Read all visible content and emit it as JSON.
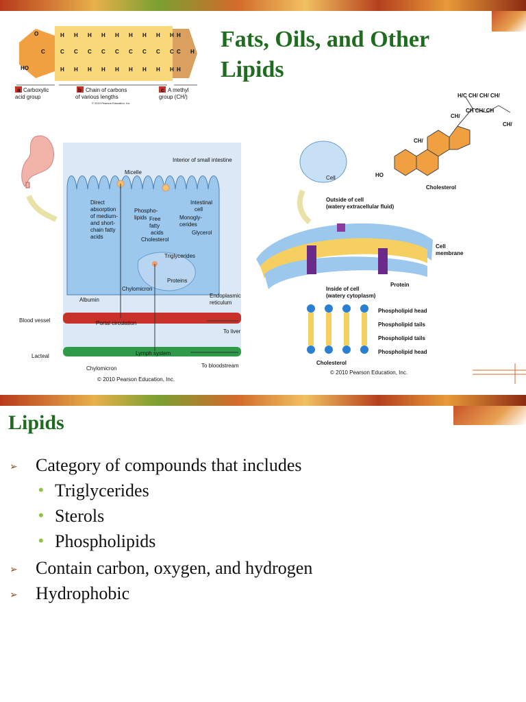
{
  "slide1": {
    "title_line1": "Fats, Oils, and Other",
    "title_line2": "Lipids",
    "fatty_acid": {
      "label_a_letter": "a",
      "label_a": [
        "Carboxylic",
        "acid group"
      ],
      "label_b_letter": "b",
      "label_b": [
        "Chain of carbons",
        "of various lengths"
      ],
      "label_c_letter": "c",
      "label_c": [
        "A methyl",
        "group (CH/)"
      ],
      "copyright_small": "© 2010 Pearson Education, Inc.",
      "atoms": {
        "o": "O",
        "ho": "HO",
        "c": "C",
        "h": "H"
      }
    },
    "cholesterol": {
      "label": "Cholesterol",
      "ho": "HO",
      "ch3_a": "CH/",
      "ch3_b": "CH/",
      "ch3_c": "CH/",
      "sidechain_top": "H/C   CH/ CH/ CH/",
      "sidechain_mid": "CH  CH/ CH",
      "sidechain_end": "CH/"
    },
    "intestine": {
      "header": "Interior of small intestine",
      "micelle": "Micelle",
      "direct": [
        "Direct",
        "absorption",
        "of medium-",
        "and short-",
        "chain fatty",
        "acids"
      ],
      "phospholipids": [
        "Phospho-",
        "lipids"
      ],
      "free_fatty": [
        "Free",
        "fatty",
        "acids"
      ],
      "intestinal_cell": [
        "Intestinal",
        "cell"
      ],
      "monoglycerides": [
        "Monogly-",
        "cerides"
      ],
      "glycerol": "Glycerol",
      "cholesterol": "Cholesterol",
      "triglycerides": "Triglycerides",
      "proteins": "Proteins",
      "chylomicron": "Chylomicron",
      "er": [
        "Endoplasmic",
        "reticulum"
      ],
      "albumin": "Albumin",
      "blood_vessel": "Blood vessel",
      "portal": "Portal circulation",
      "to_liver": "To liver",
      "lacteal": "Lacteal",
      "lymph": "Lymph system",
      "chylomicron2": "Chylomicron",
      "to_blood": "To bloodstream",
      "copyright": "© 2010 Pearson Education, Inc."
    },
    "membrane": {
      "cell": "Cell",
      "outside": [
        "Outside of cell",
        "(watery extracellular fluid)"
      ],
      "cell_membrane": [
        "Cell",
        "membrane"
      ],
      "protein": "Protein",
      "inside": [
        "Inside of cell",
        "(watery cytoplasm)"
      ],
      "ph_head1": "Phospholipid head",
      "ph_tails1": "Phospholipid tails",
      "ph_tails2": "Phospholipid tails",
      "ph_head2": "Phospholipid head",
      "cholesterol": "Cholesterol",
      "copyright": "© 2010 Pearson Education, Inc."
    }
  },
  "slide2": {
    "heading": "Lipids",
    "bullets": [
      {
        "text": "Category of compounds that includes",
        "level": 1
      },
      {
        "text": "Triglycerides",
        "level": 2
      },
      {
        "text": "Sterols",
        "level": 2
      },
      {
        "text": "Phospholipids",
        "level": 2
      },
      {
        "text": "Contain carbon, oxygen, and hydrogen",
        "level": 1
      },
      {
        "text": "Hydrophobic",
        "level": 1
      }
    ],
    "arrow_glyph": "➢",
    "dot_glyph": "•"
  },
  "colors": {
    "title_green": "#1f6b1f",
    "orange": "#f0a040",
    "lipid_yellow": "#f5d060",
    "cell_blue": "#9cc8ee",
    "membrane_purple": "#6a2a8a",
    "blood_red": "#c8302a",
    "lymph_green": "#2e9a4a",
    "bullet_green": "#8dc63f"
  }
}
